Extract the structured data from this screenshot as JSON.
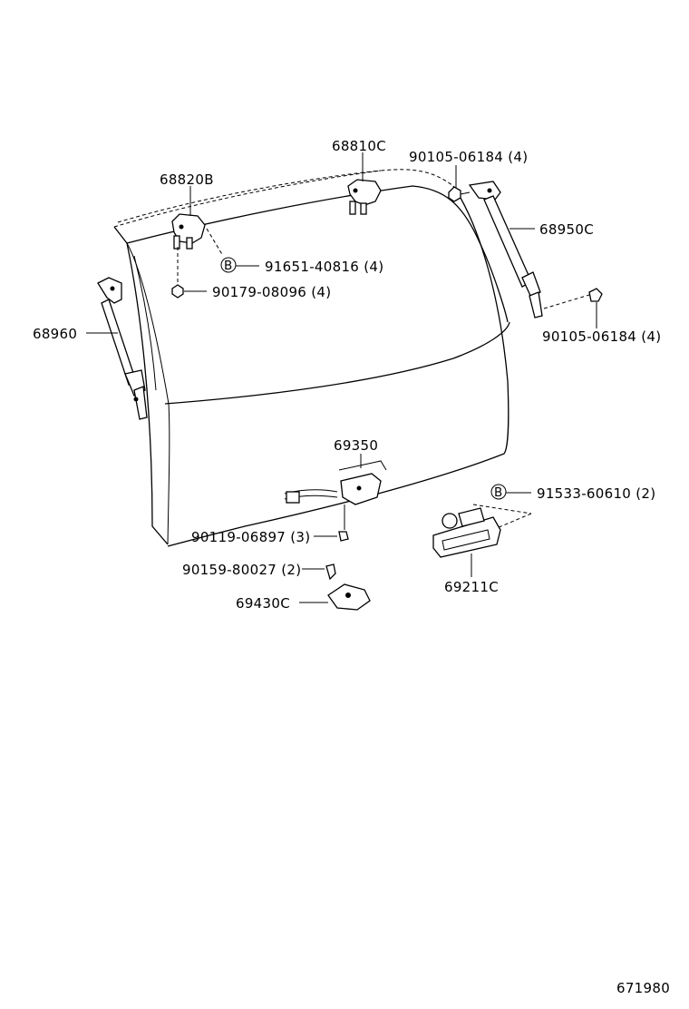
{
  "diagram": {
    "labels": {
      "p68810c": "68810C",
      "p68820b": "68820B",
      "p90105_top": "90105-06184 (4)",
      "p68950c": "68950C",
      "p91651": "91651-40816 (4)",
      "p90179": "90179-08096 (4)",
      "p68960": "68960",
      "p90105_right": "90105-06184 (4)",
      "p69350": "69350",
      "p91533": "91533-60610 (2)",
      "p90119": "90119-06897 (3)",
      "p90159": "90159-80027 (2)",
      "p69430c": "69430C",
      "p69211c": "69211C",
      "marker_b1": "B",
      "marker_b2": "B",
      "ref_number": "671980"
    }
  }
}
